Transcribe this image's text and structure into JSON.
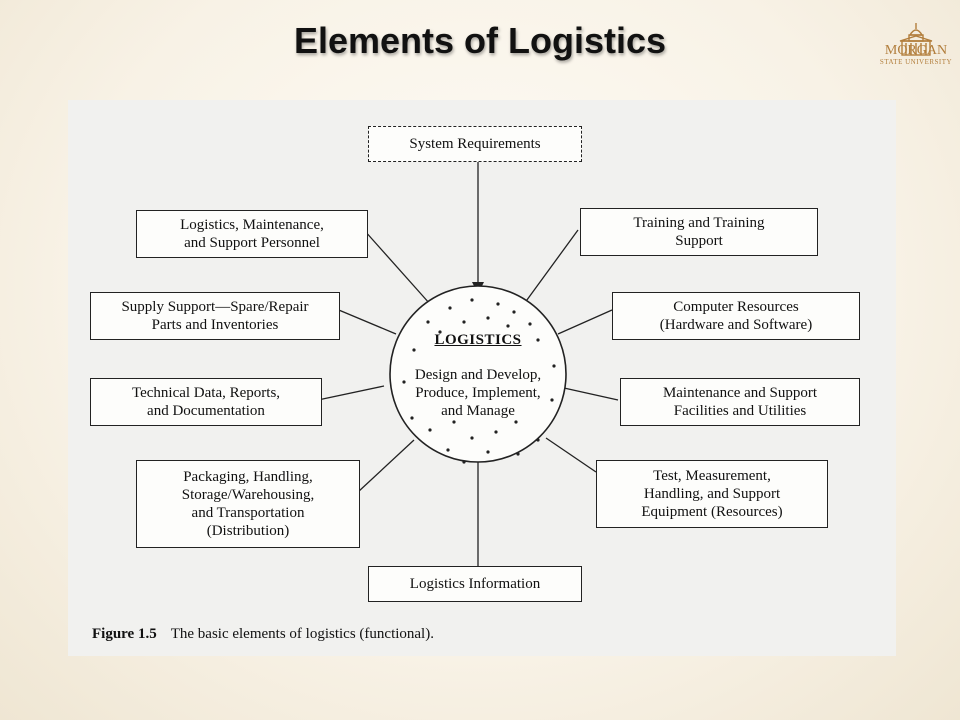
{
  "slide": {
    "title": "Elements of Logistics"
  },
  "logo": {
    "name": "MORGAN",
    "subtitle": "STATE UNIVERSITY",
    "icon": "building-dome-icon",
    "color": "#b27e3c"
  },
  "diagram": {
    "top_box": "System Requirements",
    "bottom_box": "Logistics Information",
    "center": {
      "title": "LOGISTICS",
      "body": "Design and Develop,\nProduce, Implement,\nand Manage"
    },
    "left_boxes": [
      "Logistics, Maintenance,\nand Support Personnel",
      "Supply Support—Spare/Repair\nParts and Inventories",
      "Technical Data, Reports,\nand Documentation",
      "Packaging, Handling,\nStorage/Warehousing,\nand Transportation\n(Distribution)"
    ],
    "right_boxes": [
      "Training and Training\nSupport",
      "Computer Resources\n(Hardware and Software)",
      "Maintenance and Support\nFacilities and Utilities",
      "Test, Measurement,\nHandling, and Support\nEquipment (Resources)"
    ]
  },
  "caption": {
    "label": "Figure 1.5",
    "text": "The basic elements of logistics (functional)."
  }
}
